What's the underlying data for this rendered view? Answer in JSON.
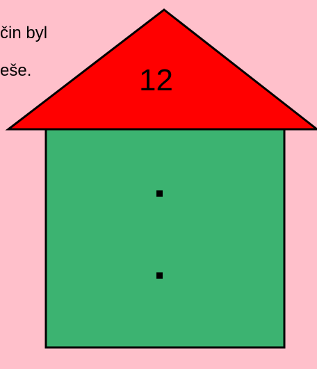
{
  "background_color": "#FFC0CB",
  "text_lines": [
    "čin byl",
    "eše."
  ],
  "house": {
    "roof_color": "#FF0000",
    "wall_color": "#3CB371",
    "outline_color": "#000000",
    "roof_number": "12",
    "wall_marks": [
      ":"
    ]
  }
}
